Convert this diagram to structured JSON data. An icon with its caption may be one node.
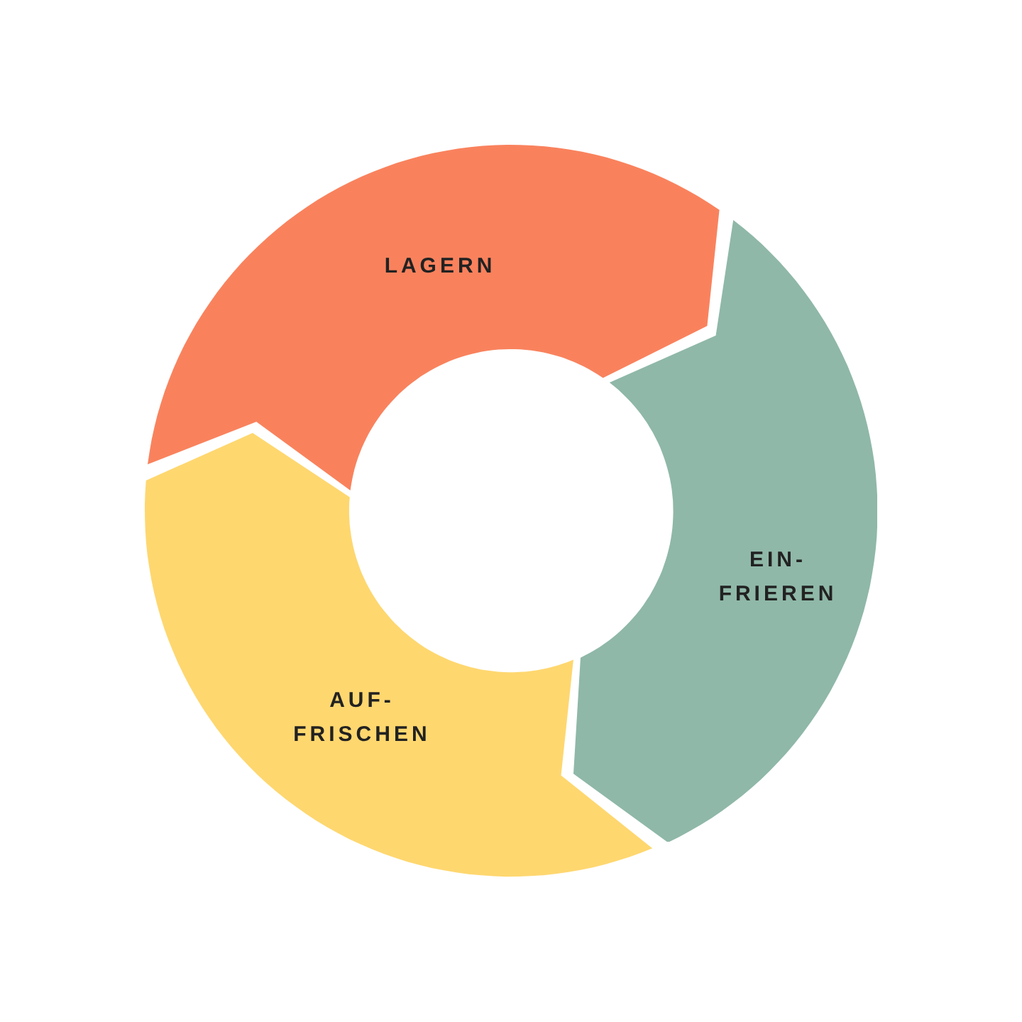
{
  "diagram": {
    "nodes": [
      {
        "text": [
          "LAGERN"
        ]
      },
      {
        "text": [
          "EIN- FRIEREN"
        ]
      },
      {
        "text": [
          "AUF- FRISCHEN"
        ]
      }
    ]
  }
}
